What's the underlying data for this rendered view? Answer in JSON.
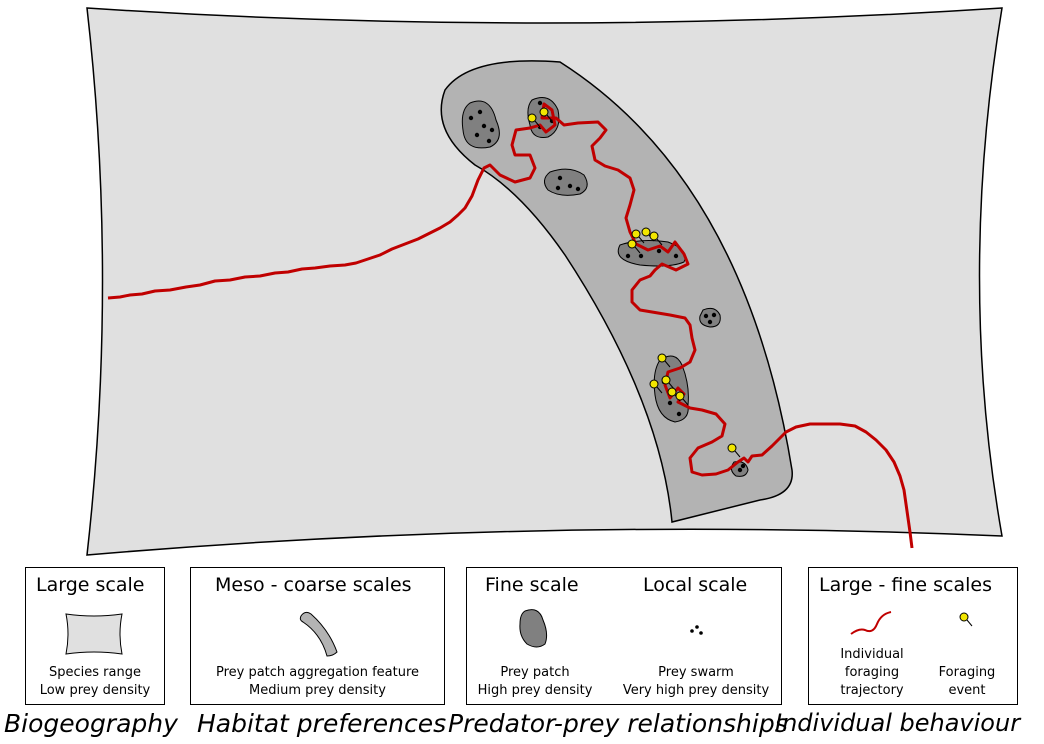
{
  "legend": {
    "large": {
      "title": "Large scale",
      "line1": "Species range",
      "line2": "Low prey density"
    },
    "meso": {
      "title": "Meso - coarse scales",
      "line1": "Prey patch aggregation feature",
      "line2": "Medium prey density"
    },
    "fine": {
      "title": "Fine scale",
      "line1": "Prey patch",
      "line2": "High prey density"
    },
    "local": {
      "title": "Local scale",
      "line1": "Prey swarm",
      "line2": "Very high prey density"
    },
    "largefine": {
      "title": "Large - fine scales"
    },
    "trajectory": {
      "line1": "Individual",
      "line2": "foraging",
      "line3": "trajectory"
    },
    "event": {
      "line1": "Foraging",
      "line2": "event"
    }
  },
  "categories": {
    "biogeography": "Biogeography",
    "habitat": "Habitat preferences",
    "predator": "Predator-prey relationships",
    "behaviour": "Individual behaviour"
  },
  "icons": [
    "species-range-icon",
    "aggregation-feature-icon",
    "prey-patch-icon",
    "prey-swarm-icon",
    "trajectory-icon",
    "foraging-pin-icon"
  ],
  "colors": {
    "range": "#e0e0e0",
    "feature": "#b3b3b3",
    "patch": "#808080",
    "trajectory": "#c00000",
    "pin": "#f2e600"
  }
}
